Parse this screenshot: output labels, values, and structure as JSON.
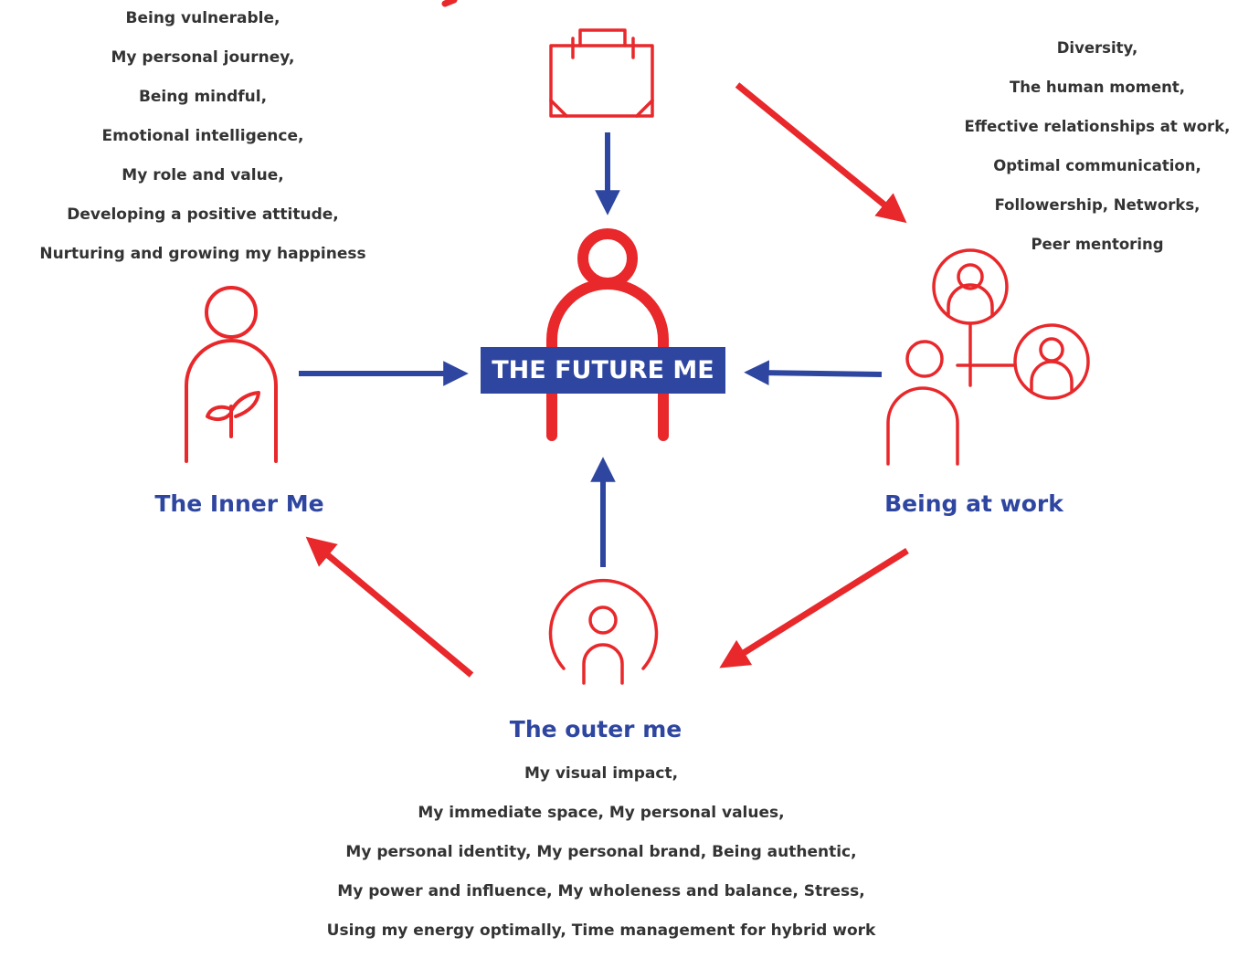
{
  "center": {
    "label": "THE FUTURE ME"
  },
  "inner_me": {
    "label": "The Inner Me",
    "topics": [
      "Being vulnerable,",
      "My personal journey,",
      "Being mindful,",
      "Emotional intelligence,",
      "My role and value,",
      "Developing a positive attitude,",
      "Nurturing and growing my happiness"
    ]
  },
  "being_at_work": {
    "label": "Being at work",
    "topics": [
      "Diversity,",
      "The human moment,",
      "Effective relationships at work,",
      "Optimal communication,",
      "Followership, Networks,",
      "Peer mentoring"
    ]
  },
  "outer_me": {
    "label": "The outer me",
    "topics": [
      "My visual impact,",
      "My immediate space, My personal values,",
      "My personal identity, My personal brand, Being authentic,",
      "My power and influence, My wholeness and balance, Stress,",
      "Using my energy optimally, Time management for hybrid work"
    ]
  },
  "colors": {
    "accent_red": "#e8282b",
    "accent_blue": "#2e46a0",
    "text": "#333333"
  },
  "icons": {
    "center": "person-icon",
    "top": "briefcase-icon",
    "inner_me": "person-with-plant-icon",
    "being_at_work": "people-network-icon",
    "outer_me": "person-in-circle-icon"
  }
}
